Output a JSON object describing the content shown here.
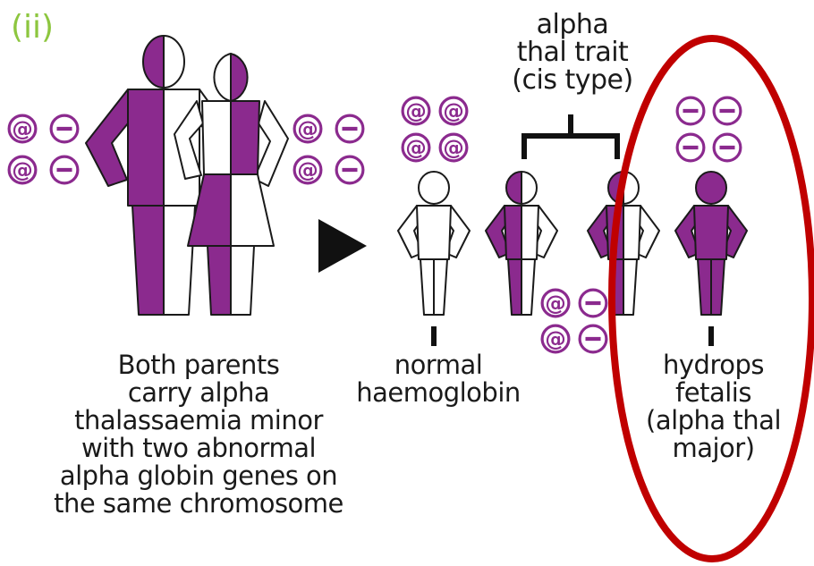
{
  "section_label": "(ii)",
  "labels": {
    "parents": [
      "Both parents",
      "carry alpha",
      "thalassaemia minor",
      "with two abnormal",
      "alpha globin genes on",
      "the same chromosome"
    ],
    "normal": [
      "normal",
      "haemoglobin"
    ],
    "trait": [
      "alpha",
      "thal trait",
      "(cis type)"
    ],
    "hydrops": [
      "hydrops",
      "fetalis",
      "(alpha thal",
      "major)"
    ]
  },
  "gene_symbols": {
    "normal": "@",
    "deleted": "⊖"
  },
  "colors": {
    "purple": "#8b2a8e",
    "green": "#8dc63f",
    "highlight": "#c00000",
    "ink": "#1a1a1a"
  }
}
